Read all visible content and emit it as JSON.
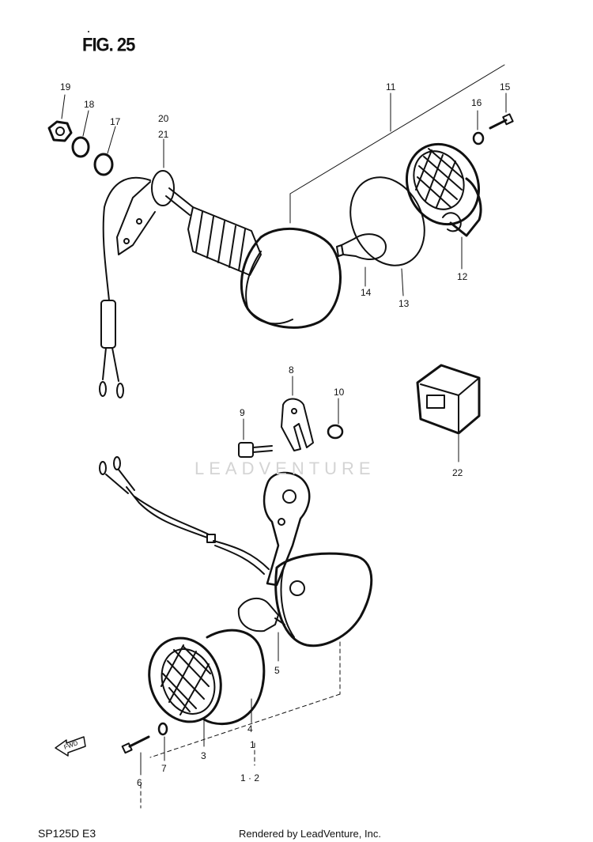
{
  "figure": {
    "title": "FIG. 25",
    "model_code": "SP125D E3",
    "watermark": "LEADVENTURE",
    "rendered_by": "Rendered by LeadVenture, Inc."
  },
  "callouts": {
    "c1": "1",
    "c1_2": "1 · 2",
    "c3": "3",
    "c4": "4",
    "c5": "5",
    "c6": "6",
    "c7": "7",
    "c8": "8",
    "c9": "9",
    "c10": "10",
    "c11": "11",
    "c12": "12",
    "c13": "13",
    "c14": "14",
    "c15": "15",
    "c16": "16",
    "c17": "17",
    "c18": "18",
    "c19": "19",
    "c20": "20",
    "c21": "21",
    "c22": "22"
  },
  "front_arrow_label": "FWD",
  "colors": {
    "ink": "#111111",
    "watermark": "#d4d4d4"
  }
}
